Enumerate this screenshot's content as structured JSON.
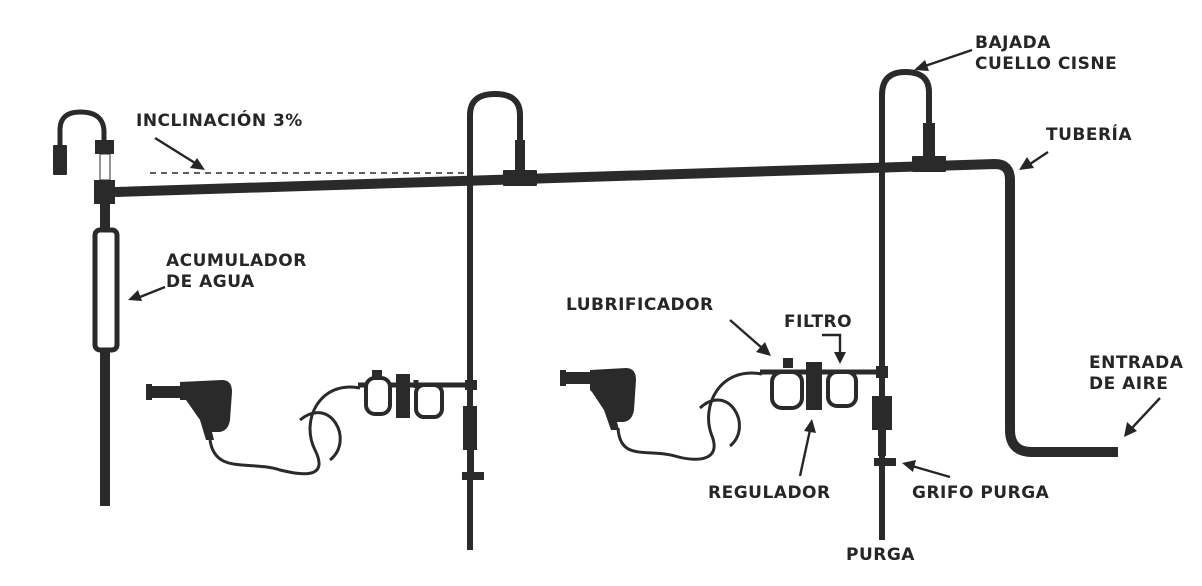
{
  "labels": {
    "inclinacion": "INCLINACIÓN 3%",
    "bajada_1": "BAJADA",
    "bajada_2": "CUELLO CISNE",
    "tuberia": "TUBERÍA",
    "acumulador_1": "ACUMULADOR",
    "acumulador_2": "DE AGUA",
    "lubrificador": "LUBRIFICADOR",
    "filtro": "FILTRO",
    "entrada_1": "ENTRADA",
    "entrada_2": "DE AIRE",
    "regulador": "REGULADOR",
    "grifo_purga": "GRIFO PURGA",
    "purga": "PURGA"
  },
  "colors": {
    "pipe": "#2a2a2a",
    "text": "#262626",
    "background": "#ffffff"
  }
}
